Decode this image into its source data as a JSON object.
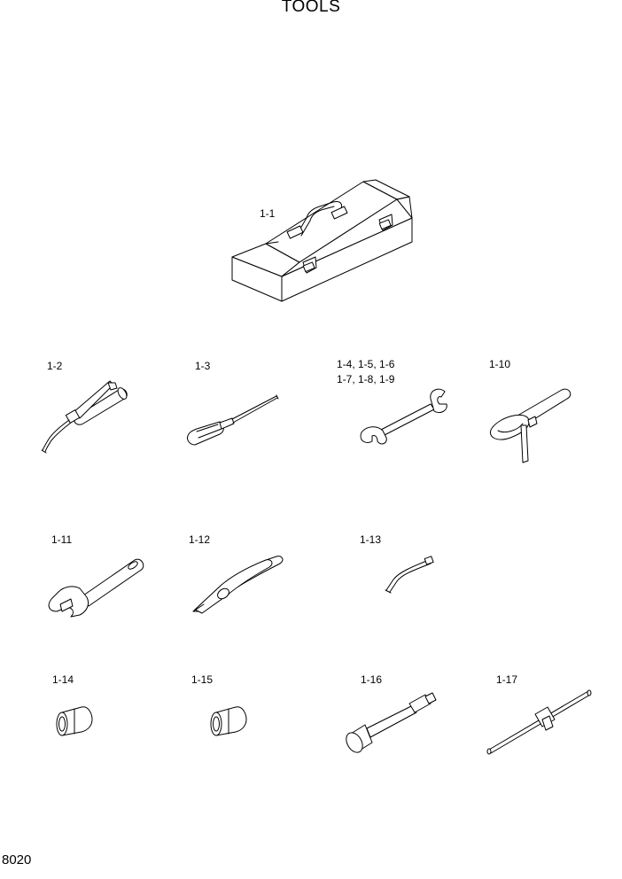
{
  "title": "TOOLS",
  "page_number": "8020",
  "parts": {
    "toolbox": "1-1",
    "grease_gun": "1-2",
    "screwdriver": "1-3",
    "wrench_line1": "1-4, 1-5, 1-6",
    "wrench_line2": "1-7, 1-8, 1-9",
    "filter_wrench": "1-10",
    "adjustable_wrench": "1-11",
    "pliers": "1-12",
    "hose": "1-13",
    "socket_a": "1-14",
    "socket_b": "1-15",
    "extension": "1-16",
    "t_handle": "1-17"
  }
}
